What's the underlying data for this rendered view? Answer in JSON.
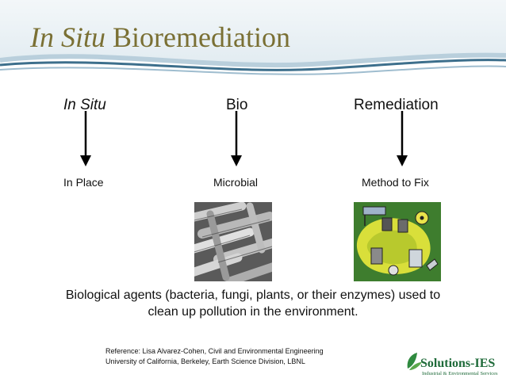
{
  "slide": {
    "title_italic": "In Situ",
    "title_rest": " Bioremediation"
  },
  "terms": [
    {
      "word": "In Situ",
      "meaning": "In Place"
    },
    {
      "word": "Bio",
      "meaning": "Microbial"
    },
    {
      "word": "Remediation",
      "meaning": "Method to Fix"
    }
  ],
  "summary": {
    "line1": "Biological agents (bacteria, fungi, plants, or their enzymes) used to",
    "line2": "clean up pollution in the environment."
  },
  "reference": {
    "line1": "Reference: Lisa Alvarez-Cohen, Civil and Environmental Engineering",
    "line2": "University of California, Berkeley, Earth Science Division, LBNL"
  },
  "logo": {
    "name": "Solutions-IES",
    "tagline": "Industrial & Environmental Services",
    "color": "#1f6b3a"
  },
  "colors": {
    "title": "#7a7034",
    "wave_dark": "#3d6f8c",
    "wave_light": "#c9dde8"
  }
}
